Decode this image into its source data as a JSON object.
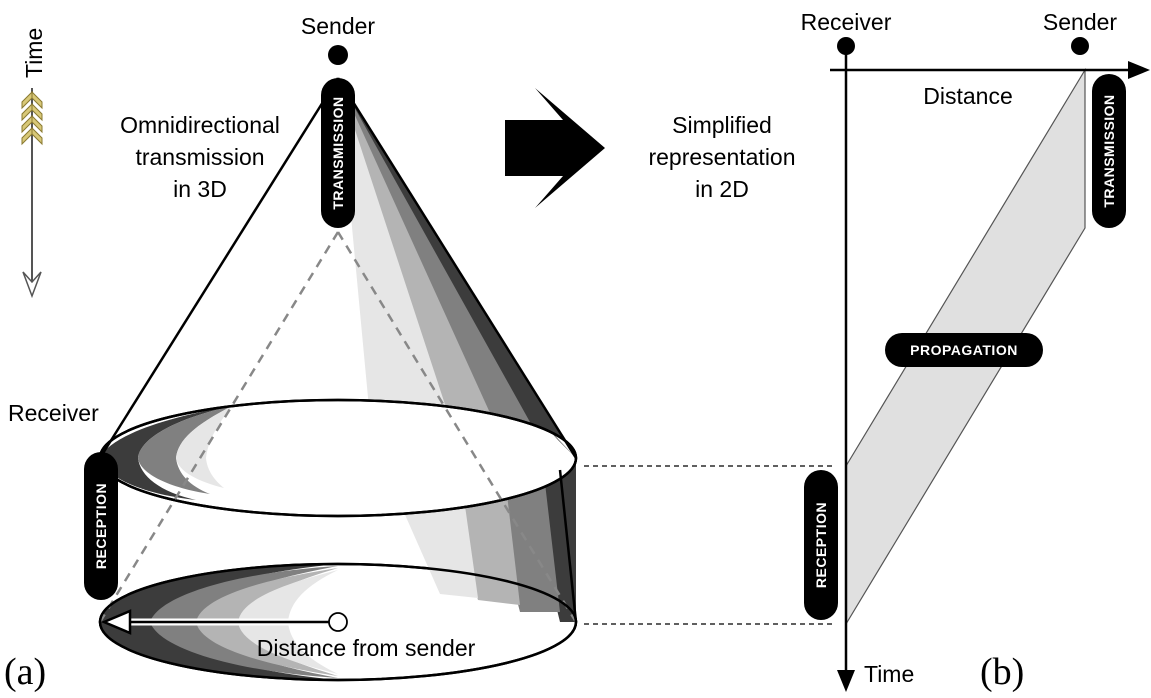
{
  "time_axis_label": "Time",
  "panel_a": {
    "tag": "(a)",
    "sender_label": "Sender",
    "receiver_label": "Receiver",
    "caption_lines": [
      "Omnidirectional",
      "transmission",
      "in 3D"
    ],
    "transmission_label": "TRANSMISSION",
    "reception_label": "RECEPTION",
    "distance_label": "Distance from sender"
  },
  "panel_b": {
    "tag": "(b)",
    "receiver_label": "Receiver",
    "sender_label": "Sender",
    "caption_lines": [
      "Simplified",
      "representation",
      "in 2D"
    ],
    "distance_axis_label": "Distance",
    "time_axis_label": "Time",
    "transmission_label": "TRANSMISSION",
    "propagation_label": "PROPAGATION",
    "reception_label": "RECEPTION"
  },
  "colors": {
    "band_dark": "#3c3c3c",
    "band_mid": "#808080",
    "band_light": "#b4b4b4",
    "band_pale": "#e6e6e6",
    "parallelogram": "#e0e0e0",
    "arrow_feather": "#d8c878"
  }
}
